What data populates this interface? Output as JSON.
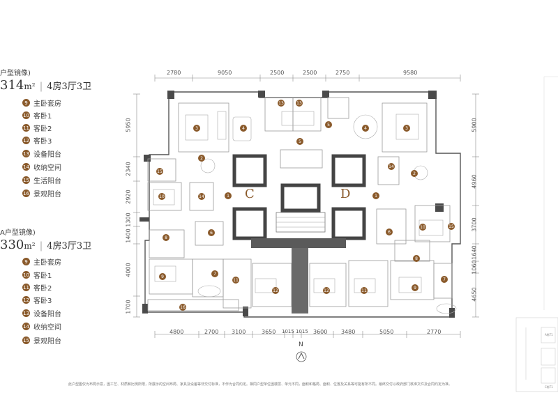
{
  "unit_b": {
    "header": "户型镜像)",
    "area_value": "314",
    "area_unit": "m²",
    "description": "4房3厅3卫",
    "legend": [
      {
        "num": "9",
        "label": "主卧套房"
      },
      {
        "num": "10",
        "label": "客卧1"
      },
      {
        "num": "11",
        "label": "客卧2"
      },
      {
        "num": "12",
        "label": "客卧3"
      },
      {
        "num": "13",
        "label": "设备阳台"
      },
      {
        "num": "14",
        "label": "收纳空间"
      },
      {
        "num": "15",
        "label": "生活阳台"
      },
      {
        "num": "16",
        "label": "景观阳台"
      }
    ]
  },
  "unit_a": {
    "header": "A户型镜像)",
    "area_value": "330",
    "area_unit": "m²",
    "description": "4房3厅3卫",
    "legend": [
      {
        "num": "9",
        "label": "主卧套房"
      },
      {
        "num": "10",
        "label": "客卧1"
      },
      {
        "num": "11",
        "label": "客卧2"
      },
      {
        "num": "12",
        "label": "客卧3"
      },
      {
        "num": "13",
        "label": "设备阳台"
      },
      {
        "num": "14",
        "label": "收纳空间"
      },
      {
        "num": "15",
        "label": "景观阳台"
      }
    ]
  },
  "dims_top": [
    "2780",
    "9050",
    "2500",
    "2500",
    "2750",
    "9580"
  ],
  "dims_bottom": [
    "4800",
    "2700",
    "3100",
    "3650",
    "1015",
    "1015",
    "3600",
    "3480",
    "5050",
    "2770"
  ],
  "dims_left": [
    "5950",
    "2340",
    "2920",
    "1300",
    "1400",
    "4000",
    "1700"
  ],
  "dims_right": [
    "5900",
    "4960",
    "3700",
    "1640",
    "1060",
    "4650"
  ],
  "core_labels": {
    "c": "C",
    "d": "D"
  },
  "compass": "N",
  "room_numbers": [
    "1",
    "1",
    "2",
    "2",
    "3",
    "3",
    "4",
    "4",
    "5",
    "5",
    "6",
    "6",
    "7",
    "7",
    "8",
    "8",
    "9",
    "9",
    "10",
    "10",
    "11",
    "11",
    "12",
    "12",
    "13",
    "13",
    "14",
    "14",
    "15",
    "15",
    "16"
  ],
  "disclaimer": "此户型图仅为布局示意，因工艺、材质和比例所限，所展示的空间布局、家具及设备等非交付标准，不作为合同约定。相同户型单位因楼层、单元不同，面积和格局、面积、位置及关系等可能有所不同。最终交付以政府部门核准文件及合同约定为准。",
  "key_labels": {
    "a": "A栋T1",
    "c": "C栋T1"
  }
}
